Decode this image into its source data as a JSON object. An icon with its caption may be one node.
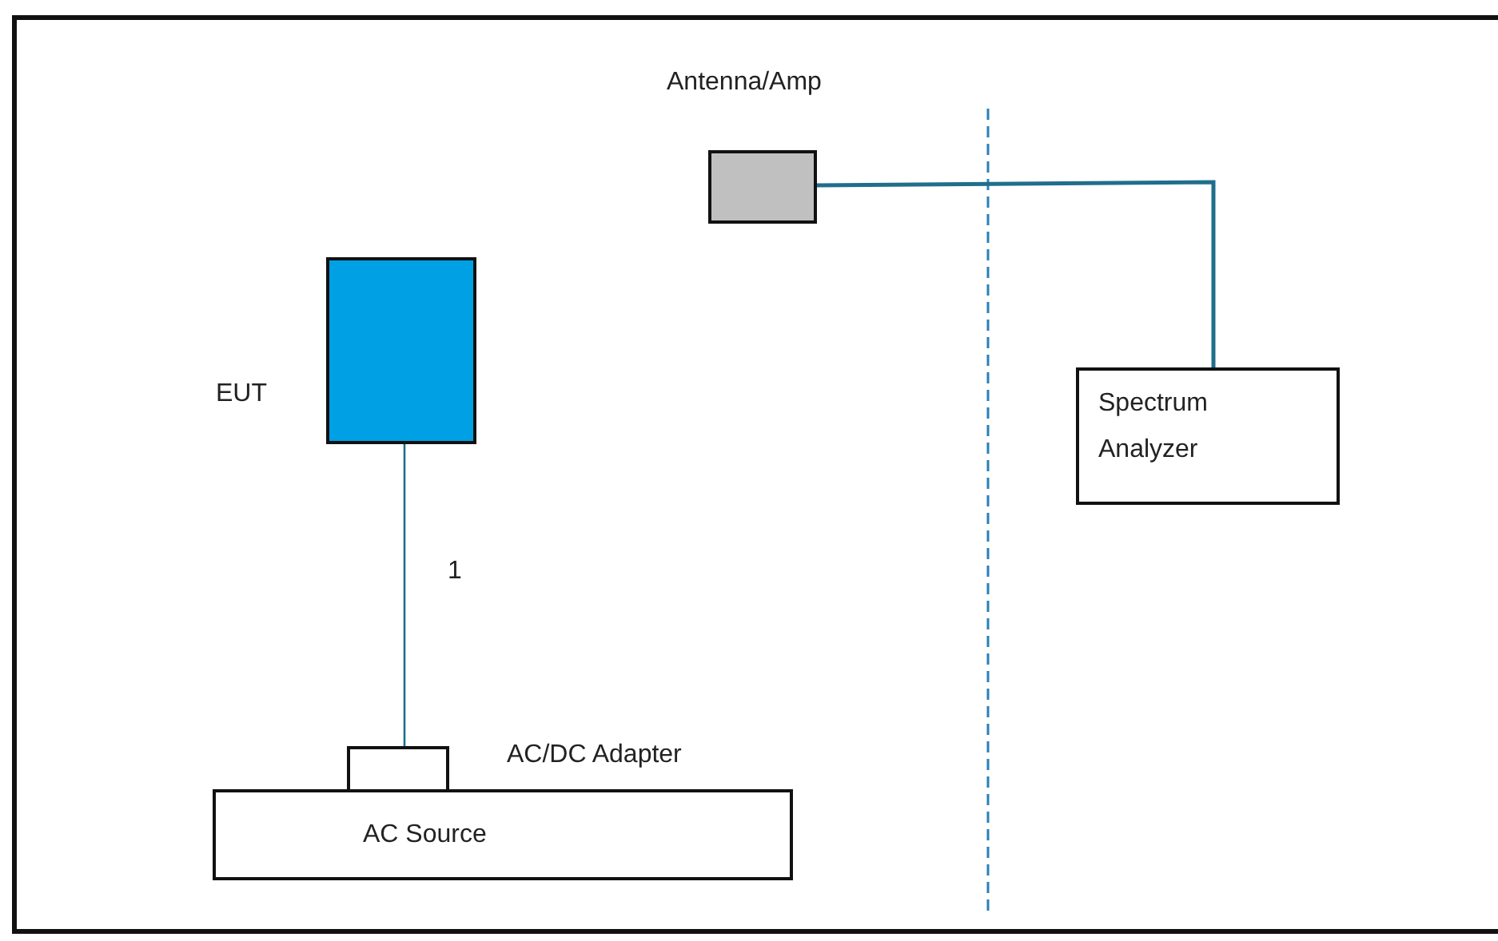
{
  "diagram": {
    "nodes": [
      {
        "text": [],
        "shape": "box",
        "beside": [
          "Antenna/Amp"
        ]
      },
      {
        "text": [
          "Spectrum Analyzer"
        ]
      },
      {
        "text": [],
        "shape": "box",
        "beside": [
          "EUT"
        ]
      },
      {
        "text": [
          "AC Source"
        ]
      },
      {
        "text": [],
        "shape": "box"
      }
    ],
    "labels": [
      "AC/DC Adapter"
    ],
    "edges": [
      {
        "from": 0,
        "to": 1,
        "arrow": "none"
      },
      {
        "from": 2,
        "to": 4,
        "arrow": "none",
        "label": "1"
      }
    ]
  }
}
